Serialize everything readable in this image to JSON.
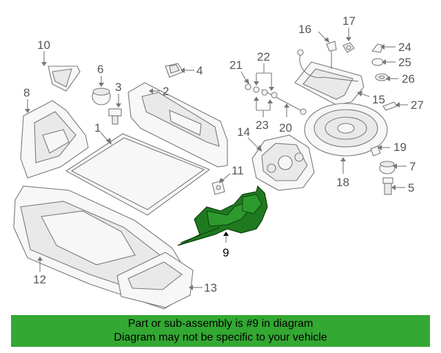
{
  "callouts": {
    "c1": "1",
    "c2": "2",
    "c3": "3",
    "c4": "4",
    "c5": "5",
    "c6": "6",
    "c7": "7",
    "c8": "8",
    "c9": "9",
    "c10": "10",
    "c11": "11",
    "c12": "12",
    "c13": "13",
    "c14": "14",
    "c15": "15",
    "c16": "16",
    "c17": "17",
    "c18": "18",
    "c19": "19",
    "c20": "20",
    "c21": "21",
    "c22": "22",
    "c23": "23",
    "c24": "24",
    "c25": "25",
    "c26": "26",
    "c27": "27"
  },
  "banner": {
    "line1": "Part or sub-assembly is #9 in diagram",
    "line2": "Diagram may not be specific to your vehicle"
  },
  "colors": {
    "highlight": "#1f7a1f",
    "banner_bg": "#33a832"
  }
}
